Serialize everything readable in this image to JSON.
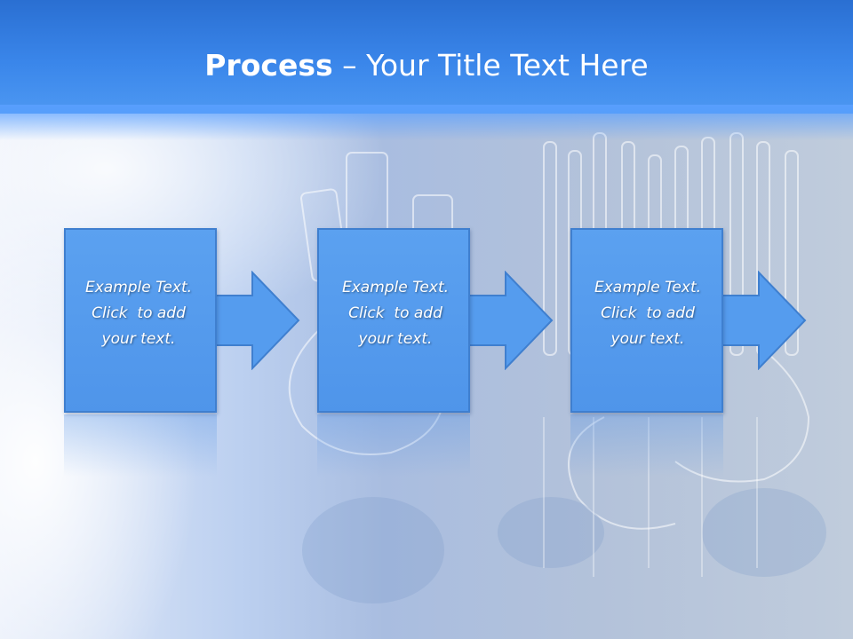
{
  "slide": {
    "title_bold": "Process",
    "title_rest": " – Your Title Text Here"
  },
  "steps": [
    {
      "line1": "Example Text.",
      "line2": "Click  to add",
      "line3": "your text."
    },
    {
      "line1": "Example Text.",
      "line2": "Click  to add",
      "line3": "your text."
    },
    {
      "line1": "Example Text.",
      "line2": "Click  to add",
      "line3": "your text."
    }
  ],
  "colors": {
    "header": "#3a86ea",
    "box_fill": "#5ba1f0",
    "box_border": "#3f7fcf",
    "text": "#ffffff"
  }
}
